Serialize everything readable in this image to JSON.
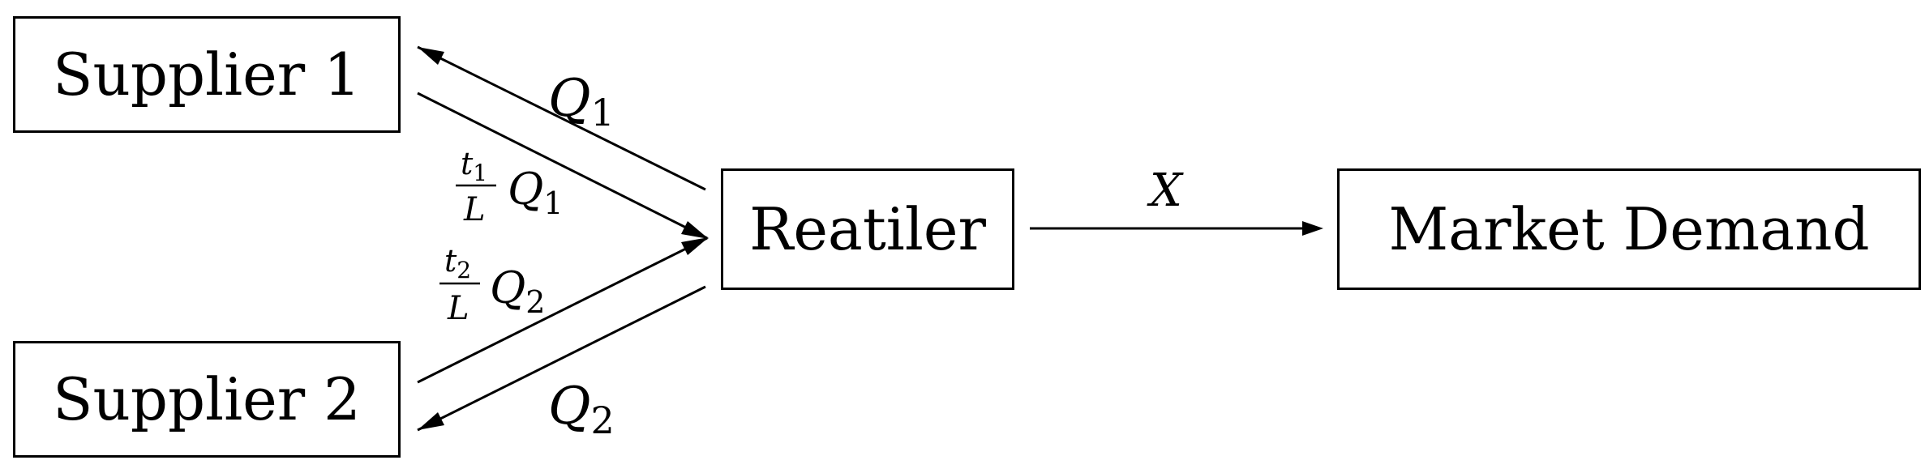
{
  "nodes": {
    "supplier1": "Supplier 1",
    "supplier2": "Supplier 2",
    "retailer": "Reatiler",
    "market": "Market Demand"
  },
  "edges": {
    "q1": {
      "base": "Q",
      "sub": "1"
    },
    "q2": {
      "base": "Q",
      "sub": "2"
    },
    "flow1": {
      "num_base": "t",
      "num_sub": "1",
      "den": "L",
      "base": "Q",
      "sub": "1"
    },
    "flow2": {
      "num_base": "t",
      "num_sub": "2",
      "den": "L",
      "base": "Q",
      "sub": "2"
    },
    "x": "X"
  }
}
